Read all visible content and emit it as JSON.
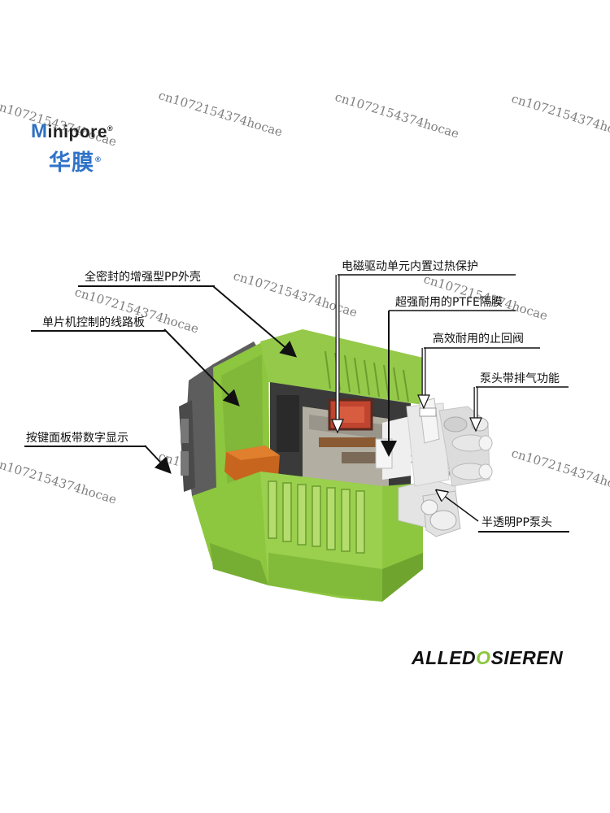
{
  "logo": {
    "text_m": "M",
    "text_rest": "inipore",
    "cn": "华膜",
    "reg": "®"
  },
  "watermark": "cn1072154374hocae",
  "labels": {
    "housing": "全密封的增强型PP外壳",
    "circuit": "单片机控制的线路板",
    "keypad": "按键面板带数字显示",
    "overheat": "电磁驱动单元内置过热保护",
    "diaphragm": "超强耐用的PTFE隔膜",
    "valve": "高效耐用的止回阀",
    "vent": "泵头带排气功能",
    "pumphead": "半透明PP泵头"
  },
  "brand": {
    "part1": "ALLED",
    "o": "O",
    "part2": "SIEREN"
  },
  "colors": {
    "green": "#8dc63f",
    "dark_green": "#5e8f2a",
    "gray": "#5d5d5d",
    "logo_blue": "#2f73c8"
  }
}
